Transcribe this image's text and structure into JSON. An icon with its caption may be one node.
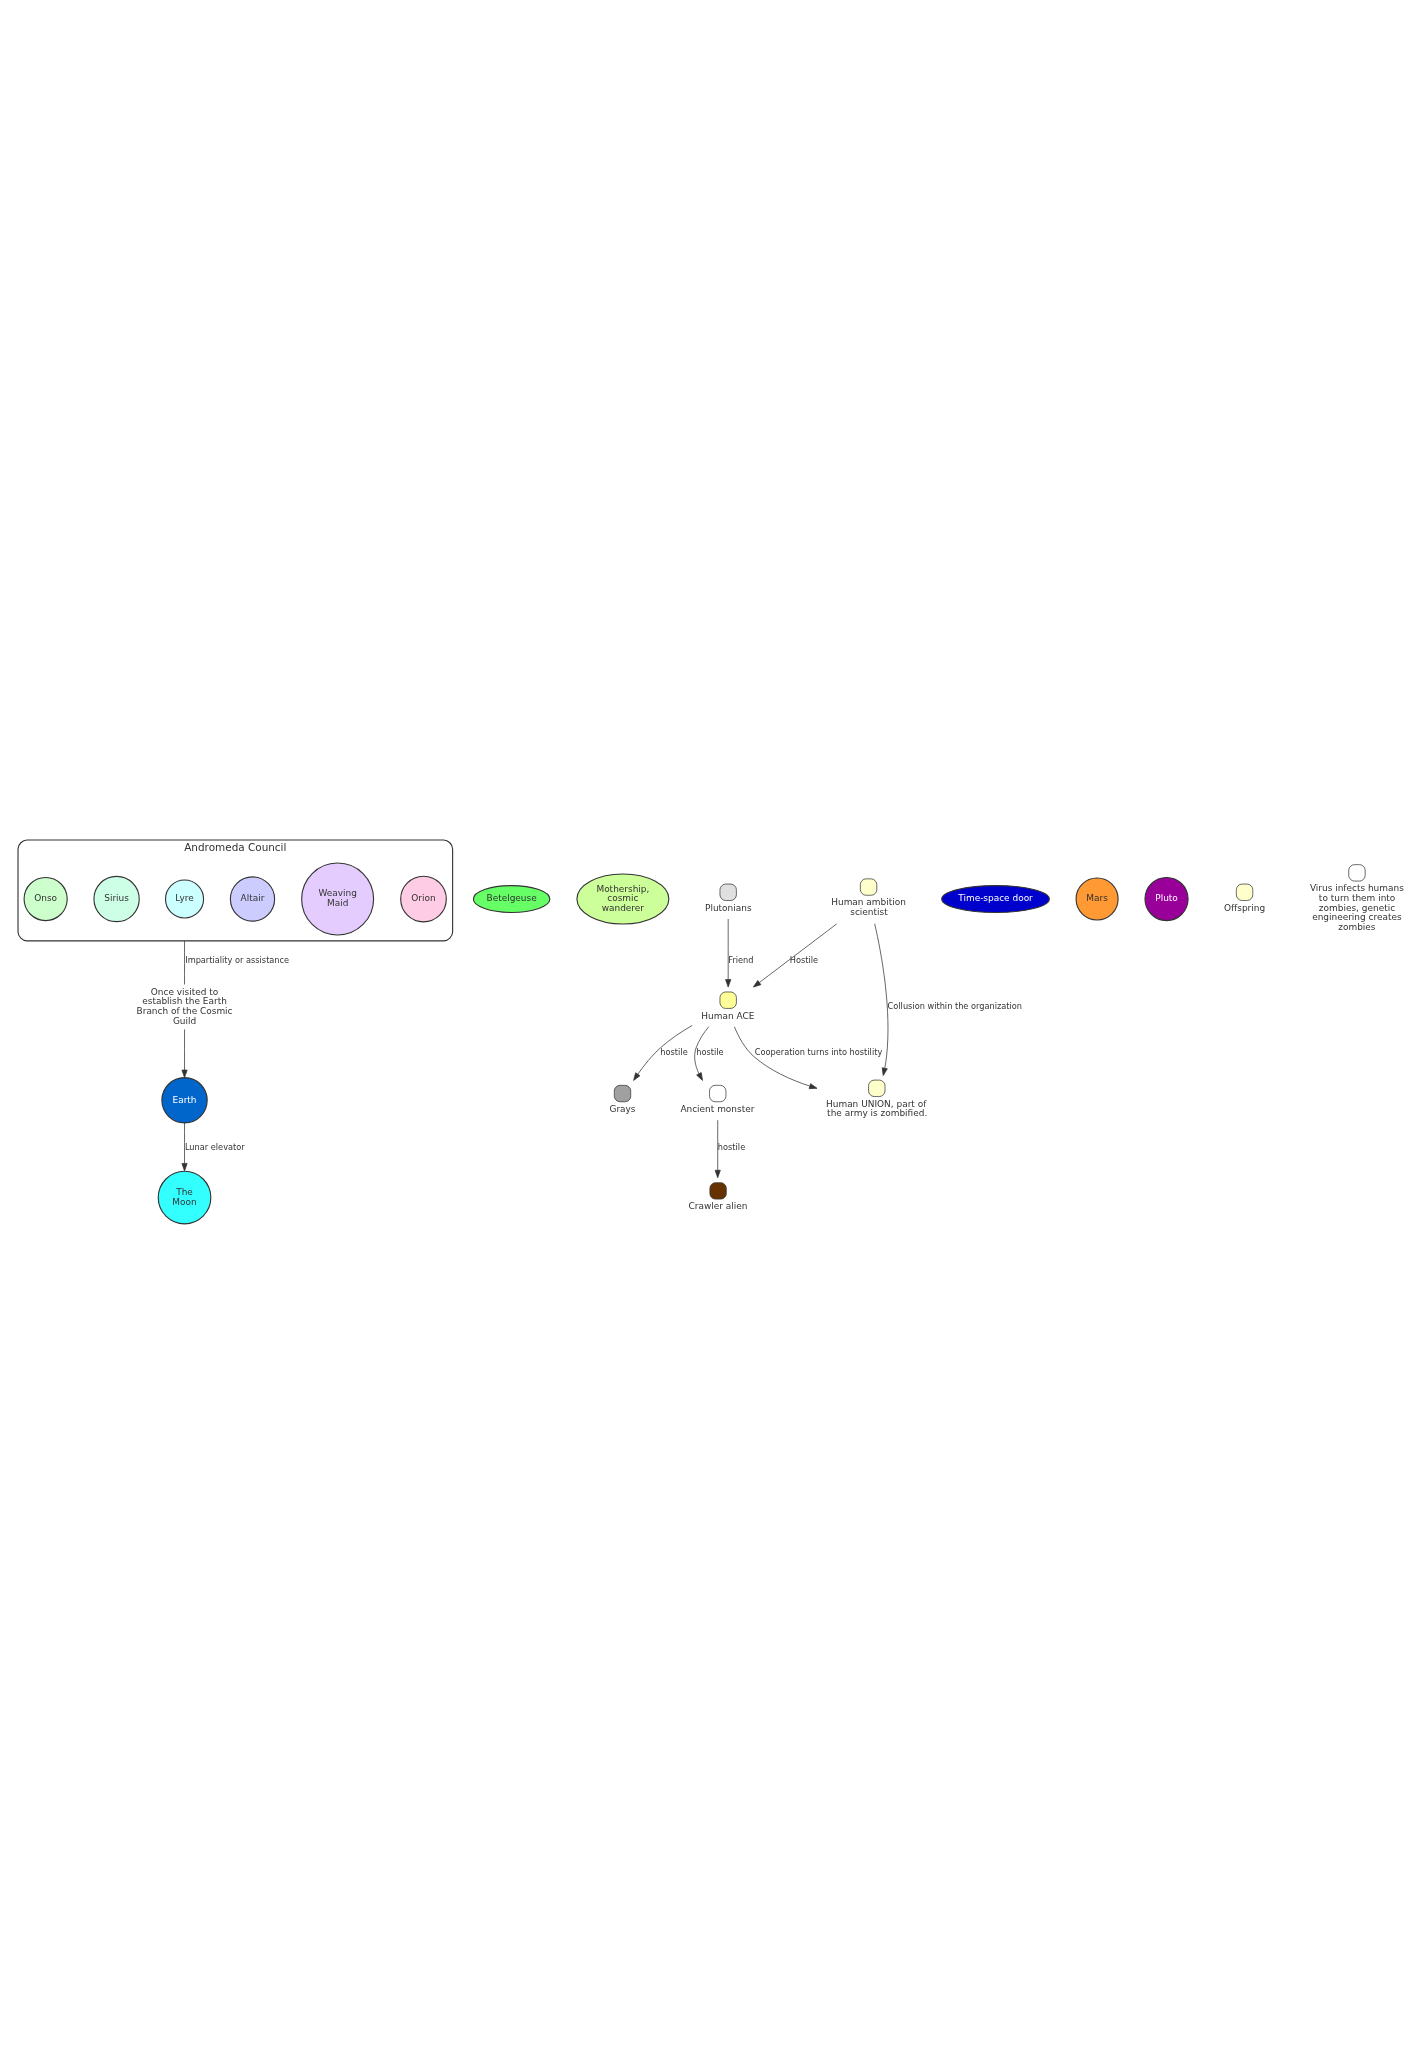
{
  "diagram": {
    "nodes": [
      {
        "text": [
          "Andromeda Council"
        ]
      },
      {
        "text": [
          "Orion"
        ],
        "in": 0
      },
      {
        "text": [
          "Weaving Maid"
        ],
        "in": 0
      },
      {
        "text": [
          "Altair"
        ],
        "in": 0
      },
      {
        "text": [
          "Lyre"
        ],
        "in": 0
      },
      {
        "text": [
          "Sirius"
        ],
        "in": 0
      },
      {
        "text": [
          "Onso"
        ],
        "in": 0
      },
      {
        "text": [
          "Betelgeuse"
        ]
      },
      {
        "text": [
          "Mothership, cosmic wanderer"
        ]
      },
      {
        "text": [
          "Grays"
        ]
      },
      {
        "text": [
          "Crawler alien"
        ]
      },
      {
        "text": [
          "Once visited to establish the Earth Branch of the Cosmic Guild"
        ]
      },
      {
        "text": [
          "Time-space door"
        ]
      },
      {
        "text": [
          "The Moon"
        ]
      },
      {
        "text": [
          "Mars"
        ]
      },
      {
        "text": [
          "Ancient monster"
        ]
      },
      {
        "text": [
          "Plutonians"
        ]
      },
      {
        "text": [
          "Pluto"
        ]
      },
      {
        "text": [
          "Offspring"
        ]
      },
      {
        "text": [
          "Human ambition scientist"
        ]
      },
      {
        "text": [
          "Earth"
        ]
      },
      {
        "text": [
          "Human ACE"
        ]
      },
      {
        "text": [
          "Virus infects humans to turn them into zombies, genetic engineering creates zombies"
        ]
      },
      {
        "text": [
          "Human UNION, part of the army is zombified."
        ]
      }
    ],
    "edges": [
      {
        "from": 0,
        "to": 11,
        "arrow": "none",
        "label": "Impartiality or assistance"
      },
      {
        "from": 11,
        "to": 20,
        "arrow": "to"
      },
      {
        "from": 20,
        "to": 13,
        "arrow": "to",
        "label": "Lunar elevator"
      },
      {
        "from": 15,
        "to": 10,
        "arrow": "to",
        "label": "hostile"
      },
      {
        "from": 21,
        "to": 15,
        "arrow": "to",
        "label": "hostile"
      },
      {
        "from": 21,
        "to": 9,
        "arrow": "to",
        "label": "hostile"
      },
      {
        "from": 21,
        "to": 23,
        "arrow": "to",
        "label": "Cooperation turns into hostility"
      },
      {
        "from": 19,
        "to": 21,
        "arrow": "to",
        "label": "Hostile"
      },
      {
        "from": 16,
        "to": 21,
        "arrow": "to",
        "label": "Friend"
      },
      {
        "from": 19,
        "to": 23,
        "arrow": "to",
        "label": "Collusion within the organization"
      }
    ]
  }
}
